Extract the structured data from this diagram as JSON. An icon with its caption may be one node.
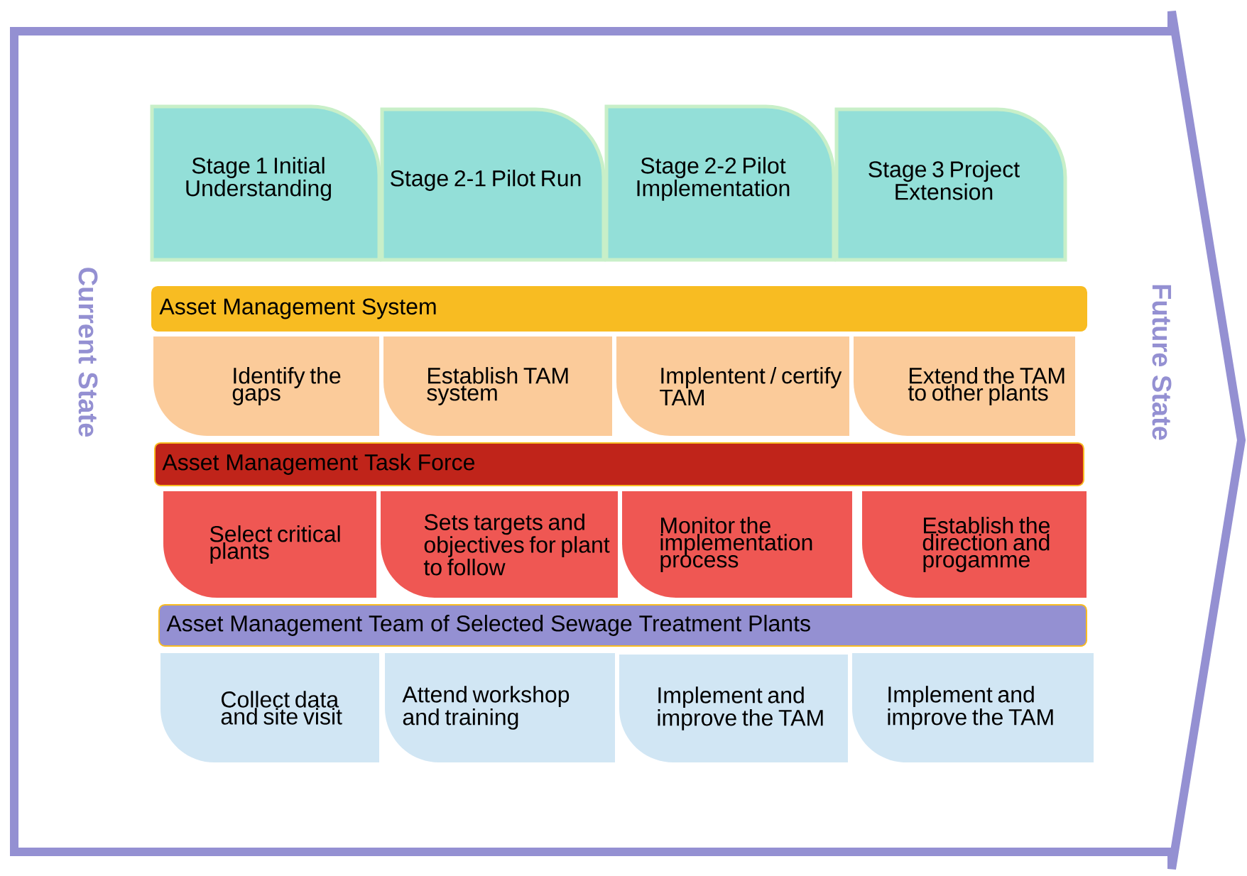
{
  "diagram": {
    "nodes": [
      {
        "text": [
          "Stage 1 Initial Understanding"
        ]
      },
      {
        "text": [
          "Stage 2-1 Pilot Run"
        ]
      },
      {
        "text": [
          "Stage 2-2 Pilot Implementation"
        ]
      },
      {
        "text": [
          "Stage 3 Project Extension"
        ]
      },
      {
        "text": [
          "Asset Management System"
        ]
      },
      {
        "text": [
          "Identify the gaps"
        ]
      },
      {
        "text": [
          "Establish TAM system"
        ]
      },
      {
        "text": [
          "Implentent / certify TAM"
        ]
      },
      {
        "text": [
          "Extend the TAM to other plants"
        ]
      },
      {
        "text": [
          "Asset Management Task Force"
        ]
      },
      {
        "text": [
          "Select critical plants"
        ]
      },
      {
        "text": [
          "Sets targets and objectives for plant to follow"
        ]
      },
      {
        "text": [
          "Monitor the implementation process"
        ]
      },
      {
        "text": [
          "Establish the direction and progamme"
        ]
      },
      {
        "text": [
          "Asset Management Team of Selected Sewage Treatment Plants"
        ]
      },
      {
        "text": [
          "Collect data and site visit"
        ]
      },
      {
        "text": [
          "Attend workshop and training"
        ]
      },
      {
        "text": [
          "Implement and improve the TAM"
        ]
      },
      {
        "text": [
          "Implement and improve the TAM"
        ]
      }
    ],
    "labels": [
      "Current State",
      "Future State"
    ]
  }
}
